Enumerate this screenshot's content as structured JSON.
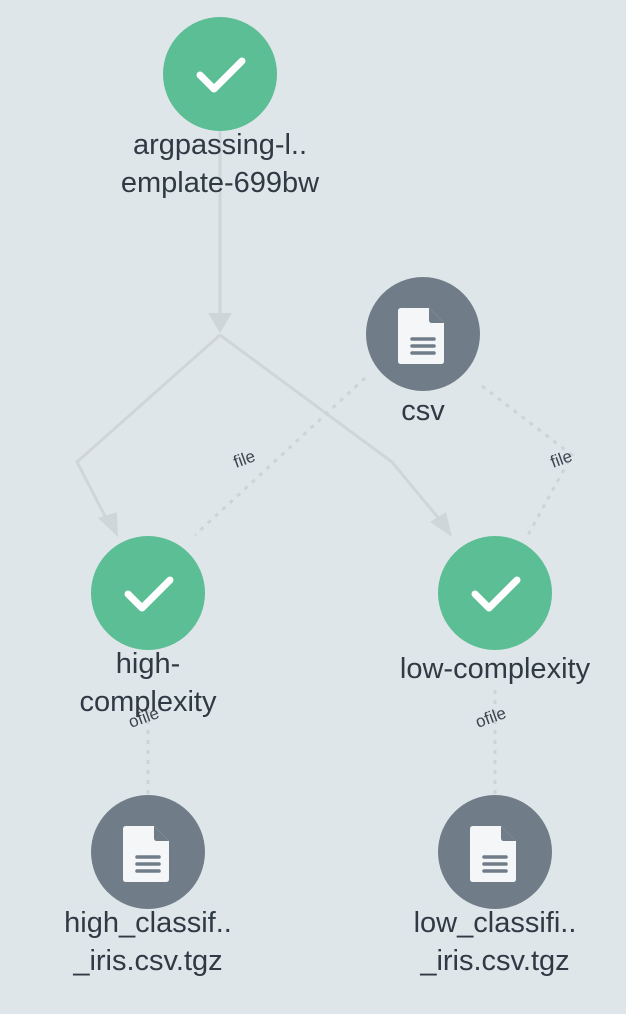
{
  "nodes": {
    "root": {
      "line1": "argpassing-l..",
      "line2": "emplate-699bw",
      "status": "succeeded",
      "icon": "check-icon"
    },
    "csv": {
      "line1": "csv",
      "kind": "artifact",
      "icon": "file-icon"
    },
    "high": {
      "line1": "high-",
      "line2": "complexity",
      "status": "succeeded",
      "icon": "check-icon"
    },
    "low": {
      "line1": "low-complexity",
      "status": "succeeded",
      "icon": "check-icon"
    },
    "high_out": {
      "line1": "high_classif..",
      "line2": "_iris.csv.tgz",
      "kind": "artifact",
      "icon": "file-icon"
    },
    "low_out": {
      "line1": "low_classifi..",
      "line2": "_iris.csv.tgz",
      "kind": "artifact",
      "icon": "file-icon"
    }
  },
  "edges": {
    "csv_to_high": "file",
    "csv_to_low": "file",
    "high_to_out": "ofile",
    "low_to_out": "ofile"
  },
  "colors": {
    "background": "#dfe6e9",
    "succeeded": "#5bbe94",
    "artifact": "#707d89",
    "edge": "#cfd6d9"
  }
}
